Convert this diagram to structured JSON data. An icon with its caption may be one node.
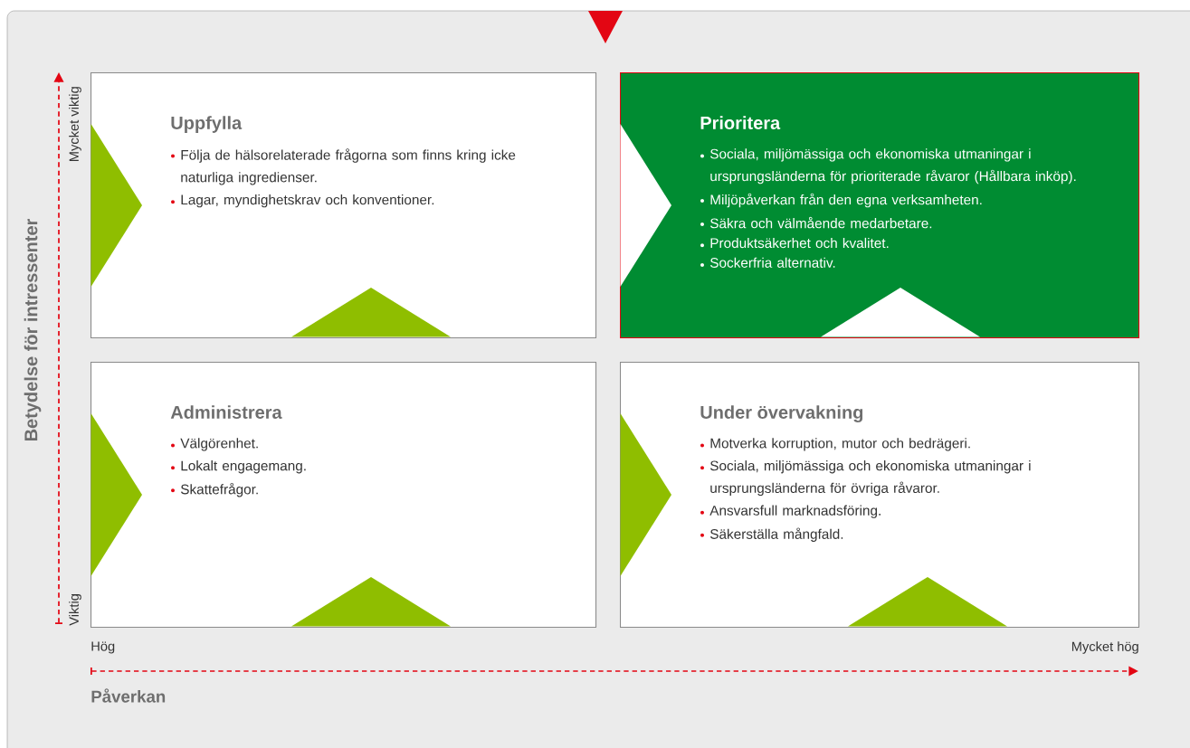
{
  "diagram": {
    "nodes": [
      {
        "text": [
          "Uppfylla",
          "Följa de hälsorelaterade frågorna som finns kring icke naturliga ingredienser.",
          "Lagar, myndighetskrav och konventioner."
        ]
      },
      {
        "text": [
          "Prioritera",
          "Sociala, miljömässiga och ekonomiska utmaningar i ursprungsländerna för prioriterade råvaror (Hållbara inköp).",
          "Miljöpåverkan från den egna verksamheten.",
          "Säkra och välmående medarbetare.",
          "Produktsäkerhet och kvalitet.",
          "Sockerfria alternativ."
        ]
      },
      {
        "text": [
          "Administrera",
          "Välgörenhet.",
          "Lokalt engagemang.",
          "Skattefrågor."
        ]
      },
      {
        "text": [
          "Under övervakning",
          "Motverka korruption, mutor och bedrägeri.",
          "Sociala, miljömässiga och ekonomiska utmaningar i ursprungsländerna för övriga råvaror.",
          "Ansvarsfull marknadsföring.",
          "Säkerställa mångfald."
        ]
      }
    ],
    "labels": [
      "Mycket viktig",
      "Viktig",
      "Betydelse för intressenter",
      "Hög",
      "Mycket hög",
      "Påverkan"
    ]
  }
}
